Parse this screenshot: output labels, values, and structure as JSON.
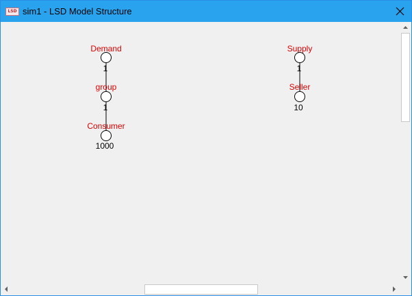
{
  "window": {
    "title": "sim1 - LSD Model Structure",
    "app_icon_text": "LSD",
    "accent_color": "#2aa3ef"
  },
  "model": {
    "objects": [
      {
        "name": "Demand",
        "count": "1"
      },
      {
        "name": "group",
        "count": "1"
      },
      {
        "name": "Consumer",
        "count": "1000"
      },
      {
        "name": "Supply",
        "count": "1"
      },
      {
        "name": "Seller",
        "count": "10"
      }
    ],
    "label_color": "#d80000"
  },
  "scrollbars": {
    "up_icon": "arrow-up-icon",
    "down_icon": "arrow-down-icon",
    "left_icon": "arrow-left-icon",
    "right_icon": "arrow-right-icon"
  }
}
